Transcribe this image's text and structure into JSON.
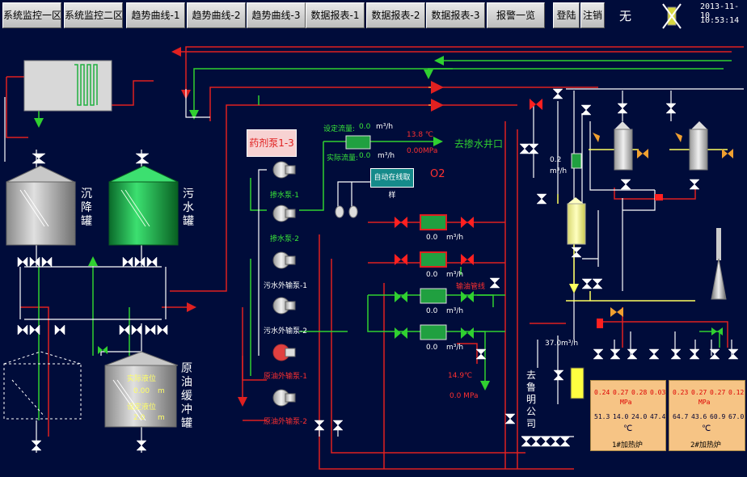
{
  "toolbar": {
    "buttons": [
      "系统监控一区",
      "系统监控二区",
      "趋势曲线-1",
      "趋势曲线-2",
      "趋势曲线-3",
      "数据报表-1",
      "数据报表-2",
      "数据报表-3",
      "报警一览"
    ],
    "login": "登陆",
    "logout": "注销",
    "user": "无",
    "date": "2013-11-10",
    "time": "10:53:14"
  },
  "tanks": {
    "settling": "沉降罐",
    "sewage": "污水罐",
    "buffer": "原油缓冲罐",
    "buffer_actual_level_label": "实际液位",
    "buffer_actual_level_value": "0.00",
    "buffer_actual_level_unit": "m",
    "buffer_set_level_label": "设定液位",
    "buffer_set_level_value": "2.0",
    "buffer_set_level_unit": "m"
  },
  "dosing": {
    "pump_title": "药剂泵1-3",
    "set_flow_label": "设定流量:",
    "set_flow_value": "0.0",
    "set_flow_unit": "m³/h",
    "actual_flow_label": "实际流量:",
    "actual_flow_value": "0.0",
    "actual_flow_unit": "m³/h",
    "temp": "13.8 ℃",
    "pressure": "0.00MPa",
    "destination": "去掺水井口",
    "sampling_button": "自动在线取样",
    "o2": "O2"
  },
  "pumps": [
    "掺水泵-1",
    "掺水泵-2",
    "污水外输泵-1",
    "污水外输泵-2",
    "原油外输泵-1",
    "原油外输泵-2"
  ],
  "meters": [
    {
      "value": "0.0",
      "unit": "m³/h"
    },
    {
      "value": "0.0",
      "unit": "m³/h"
    },
    {
      "value": "0.0",
      "unit": "m³/h"
    },
    {
      "value": "0.0",
      "unit": "m³/h"
    }
  ],
  "oil_pipe": "输油管线",
  "oil_temp": "14.9℃",
  "oil_pressure": "0.0 MPa",
  "gas": {
    "flow_value": "0.2",
    "flow_unit": "m³/h",
    "flow2_value": "37.0",
    "flow2_unit": "m³/h"
  },
  "to_lumming": "去鲁明公司",
  "furnaces": [
    {
      "name": "1#加热炉",
      "pressures": [
        "0.24",
        "0.27",
        "0.28",
        "0.03"
      ],
      "pressure_unit": "MPa",
      "temps": [
        "51.3",
        "14.0",
        "24.0",
        "47.4"
      ],
      "temp_unit": "℃"
    },
    {
      "name": "2#加热炉",
      "pressures": [
        "0.23",
        "0.27",
        "0.27",
        "0.12"
      ],
      "pressure_unit": "MPa",
      "temps": [
        "64.7",
        "43.6",
        "60.9",
        "67.0"
      ],
      "temp_unit": "℃"
    }
  ],
  "colors": {
    "background": "#000c3a",
    "red_line": "#e02020",
    "green_line": "#30d030",
    "white_line": "#ffffff",
    "yellow_line": "#ffff60",
    "panel": "#f6c485"
  }
}
